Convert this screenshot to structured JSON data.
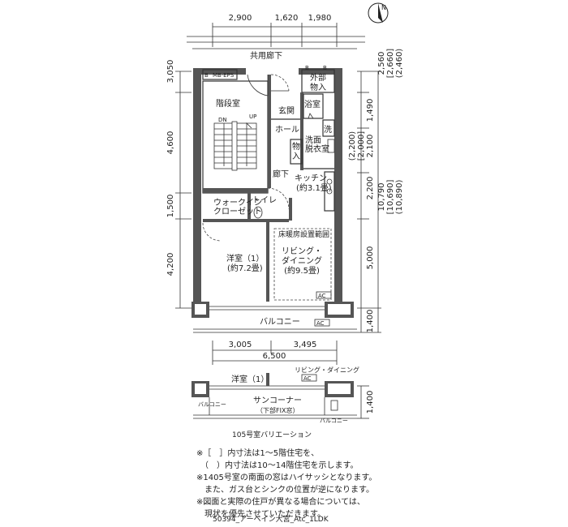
{
  "dims_top": [
    "2,900",
    "1,620",
    "1,980"
  ],
  "dims_left": [
    "3,050",
    "4,600",
    "1,500",
    "4,200"
  ],
  "dims_right_inner": [
    "1,490",
    "2,200",
    "5,000",
    "1,400"
  ],
  "dims_right_top": [
    "2,560",
    "[2,660]",
    "(2,460)"
  ],
  "dims_right_mid": [
    "(2,200)",
    "[2,000]",
    "2,100"
  ],
  "dims_right_total": [
    "10,790",
    "[10,690]",
    "(10,890)"
  ],
  "dims_bottom": [
    "3,005",
    "3,495",
    "6,500"
  ],
  "dims_variation": "1,400",
  "rooms": {
    "corridor_common": "共用廊下",
    "stair": "階段室",
    "up": "UP",
    "dn": "DN",
    "mb_eps": "MB·EPS",
    "entrance": "玄関",
    "hall": "ホール",
    "outdoor_storage": [
      "外部",
      "物入"
    ],
    "bath": "浴室",
    "laundry": "洗",
    "washroom": [
      "洗面",
      "脱衣室"
    ],
    "storage": [
      "物",
      "入"
    ],
    "hallway": "廊下",
    "kitchen": [
      "キッチン",
      "(約3.1畳)"
    ],
    "walkin_closet": [
      "ウォークイン",
      "クローゼット"
    ],
    "toilet": "トイレ",
    "western_room": [
      "洋室（1）",
      "(約7.2畳)"
    ],
    "floor_heating": "床暖房設置範囲",
    "living_dining": [
      "リビング・",
      "ダイニング",
      "(約9.5畳)"
    ],
    "balcony": "バルコニー",
    "ac": "AC",
    "b": "B"
  },
  "variation": {
    "title": "105号室バリエーション",
    "western_room": "洋室（1）",
    "living_dining": "リビング・ダイニング",
    "sun_corner": "サンコーナー",
    "fix_window": "（下部FIX窓）",
    "balcony_left": "バルコニー",
    "balcony_right": "バルコニー",
    "ac": "AC"
  },
  "notes": [
    "※［　］内寸法は1〜5階住宅を、",
    "　（　）内寸法は10〜14階住宅を示します。",
    "※1405号室の南面の窓はハイサッシとなります。",
    "　また、ガス台とシンクの位置が逆になります。",
    "※図面と実際の住戸が異なる場合については、",
    "　現状を優先させていただきます。"
  ],
  "footer": "50394_アーベイン大宮_Atc_1LDK",
  "compass": "N"
}
